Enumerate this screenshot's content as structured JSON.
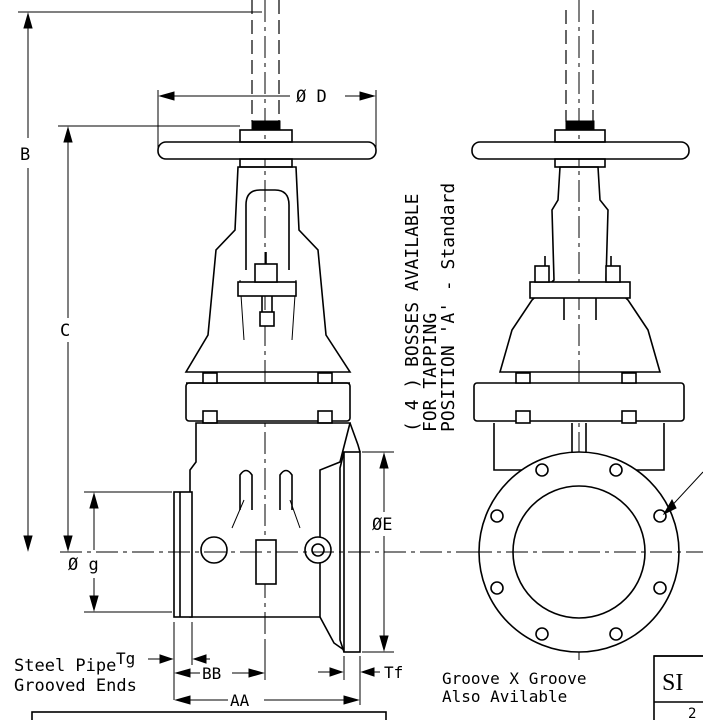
{
  "dimensions": {
    "d": "Ø D",
    "b": "B",
    "c": "C",
    "e": "ØE",
    "g": "Ø g",
    "tg": "Tg",
    "bb": "BB",
    "aa": "AA",
    "tf": "Tf"
  },
  "notes": {
    "bosses_line1": "( 4 ) BOSSES AVAILABLE",
    "bosses_line2": "FOR TAPPING",
    "bosses_line3": "POSITION 'A' - Standard",
    "steel_pipe_line1": "Steel Pipe",
    "steel_pipe_line2": "Grooved Ends",
    "groove_line1": "Groove X Groove",
    "groove_line2": "Also Avilable"
  },
  "table": {
    "header": "SI",
    "row1": "2"
  },
  "colors": {
    "line": "#000000",
    "paper": "#ffffff"
  }
}
